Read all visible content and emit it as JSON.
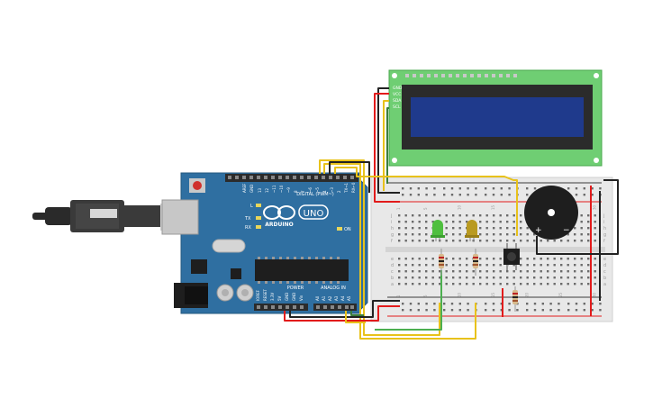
{
  "colors": {
    "board": "#2f6fa1",
    "board_dark": "#25597f",
    "header": "#2b2b2b",
    "lcd_body": "#6fce73",
    "lcd_bezel": "#2b2b2b",
    "lcd_screen": "#1f3a8c",
    "breadboard": "#e8e8e8",
    "rail_red": "#e21b1b",
    "rail_blue": "#3b3b3b",
    "wire_red": "#e21b1b",
    "wire_black": "#222222",
    "wire_yellow": "#e8c21b",
    "wire_green": "#4caf50",
    "led_green": "#4fbf3f",
    "led_yellow": "#b99a20",
    "buzzer": "#1e1e1e",
    "usb": "#2a2a2a"
  },
  "arduino": {
    "brand": "ARDUINO",
    "model": "UNO",
    "digital_label": "DIGITAL (PWM~)",
    "power_label": "POWER",
    "analog_label": "ANALOG IN",
    "on_label": "ON",
    "tx_label": "TX",
    "rx_label": "RX",
    "l_label": "L",
    "aref": "AREF",
    "gnd": "GND",
    "digital_pins": [
      "13",
      "12",
      "~11",
      "~10",
      "~9",
      "8",
      "7",
      "~6",
      "~5",
      "4",
      "~3",
      "2",
      "TX→1",
      "RX←0"
    ],
    "power_pins": [
      "IOREF",
      "RESET",
      "3.3V",
      "5V",
      "GND",
      "GND",
      "Vin"
    ],
    "analog_pins": [
      "A0",
      "A1",
      "A2",
      "A3",
      "A4",
      "A5"
    ]
  },
  "lcd": {
    "pins": [
      "GND",
      "VCC",
      "SDA",
      "SCL"
    ]
  },
  "breadboard": {
    "row_labels_top": [
      "j",
      "i",
      "h",
      "g",
      "f"
    ],
    "row_labels_bottom": [
      "e",
      "d",
      "c",
      "b",
      "a"
    ],
    "column_numbers": [
      "1",
      "5",
      "10",
      "15",
      "20",
      "25",
      "30"
    ]
  },
  "buzzer": {
    "plus": "+",
    "minus": "−"
  }
}
